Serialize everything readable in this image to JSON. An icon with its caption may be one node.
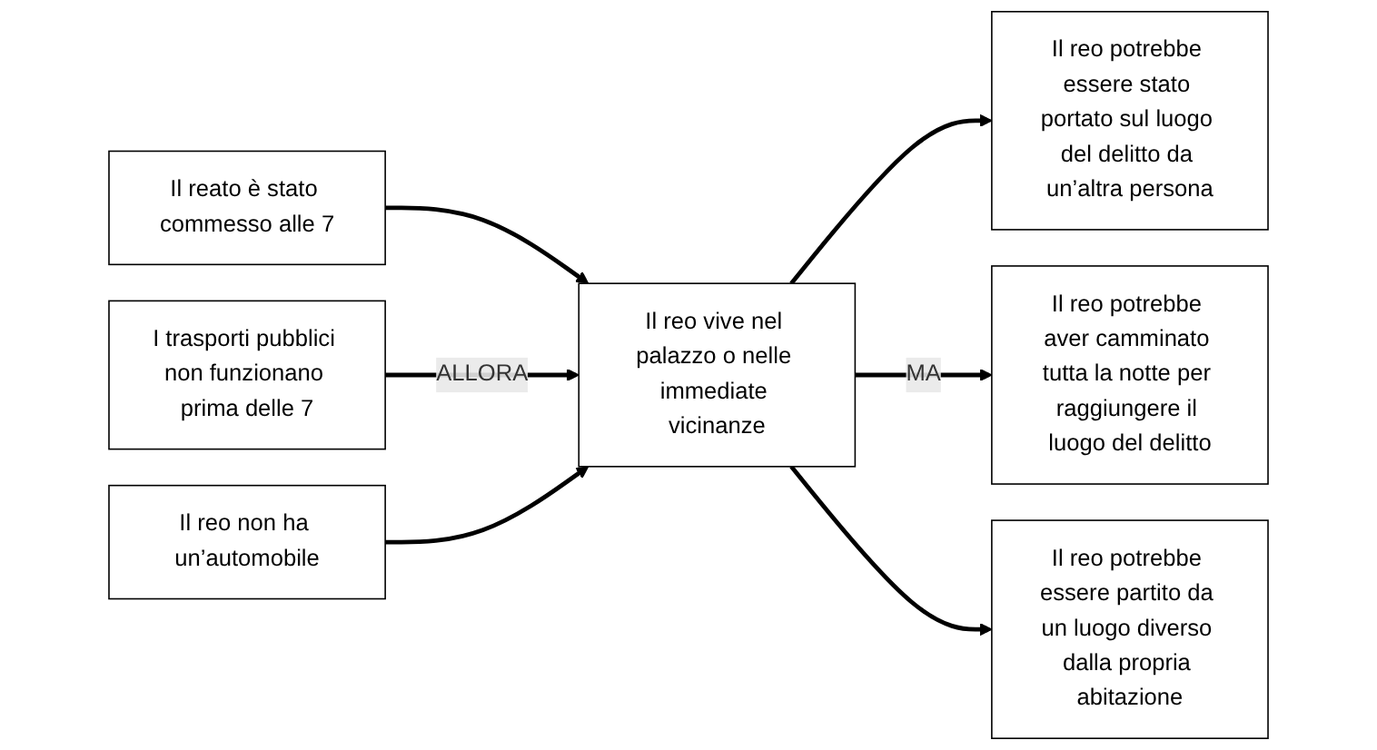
{
  "diagram": {
    "nodes": [
      {
        "text": [
          "Il reato è stato commesso alle 7"
        ]
      },
      {
        "text": [
          "I trasporti pubblici non funzionano prima delle 7"
        ]
      },
      {
        "text": [
          "Il reo non ha un’automobile"
        ]
      },
      {
        "text": [
          "Il reo vive nel palazzo o nelle immediate vicinanze"
        ]
      },
      {
        "text": [
          "Il reo potrebbe essere stato portato sul luogo del delitto da un’altra persona"
        ]
      },
      {
        "text": [
          "Il reo potrebbe aver camminato tutta la notte per raggiungere il luogo del delitto"
        ]
      },
      {
        "text": [
          "Il reo potrebbe essere partito da un luogo diverso dalla propria abitazione"
        ]
      }
    ],
    "edges": [
      {
        "from": 0,
        "to": 3,
        "arrow": "to"
      },
      {
        "from": 1,
        "to": 3,
        "arrow": "to",
        "label": "ALLORA"
      },
      {
        "from": 2,
        "to": 3,
        "arrow": "to"
      },
      {
        "from": 3,
        "to": 4,
        "arrow": "to"
      },
      {
        "from": 3,
        "to": 5,
        "arrow": "to",
        "label": "MA"
      },
      {
        "from": 3,
        "to": 6,
        "arrow": "to"
      }
    ]
  }
}
